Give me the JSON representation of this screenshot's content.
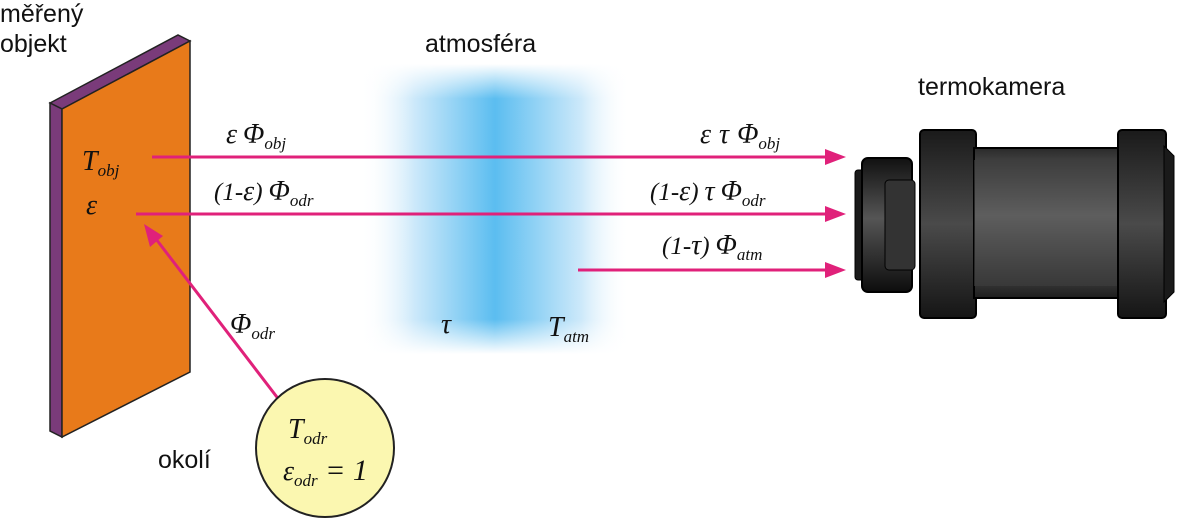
{
  "labels": {
    "object_line1": "měřený",
    "object_line2": "objekt",
    "atmosphere": "atmosféra",
    "camera": "termokamera",
    "surroundings": "okolí"
  },
  "symbols": {
    "T": "T",
    "epsilon": "ε",
    "tau": "τ",
    "phi": "Φ",
    "open": "(1-",
    "close": ")",
    "equals_one": " = 1"
  },
  "subscripts": {
    "obj": "obj",
    "odr": "odr",
    "atm": "atm"
  },
  "colors": {
    "object_face": "#e87a1a",
    "object_side": "#7a3b7a",
    "arrow": "#e0217a",
    "atmosphere": "#5bbdf0",
    "surroundings_fill": "#fbf7b0",
    "camera_body": "#222222"
  }
}
